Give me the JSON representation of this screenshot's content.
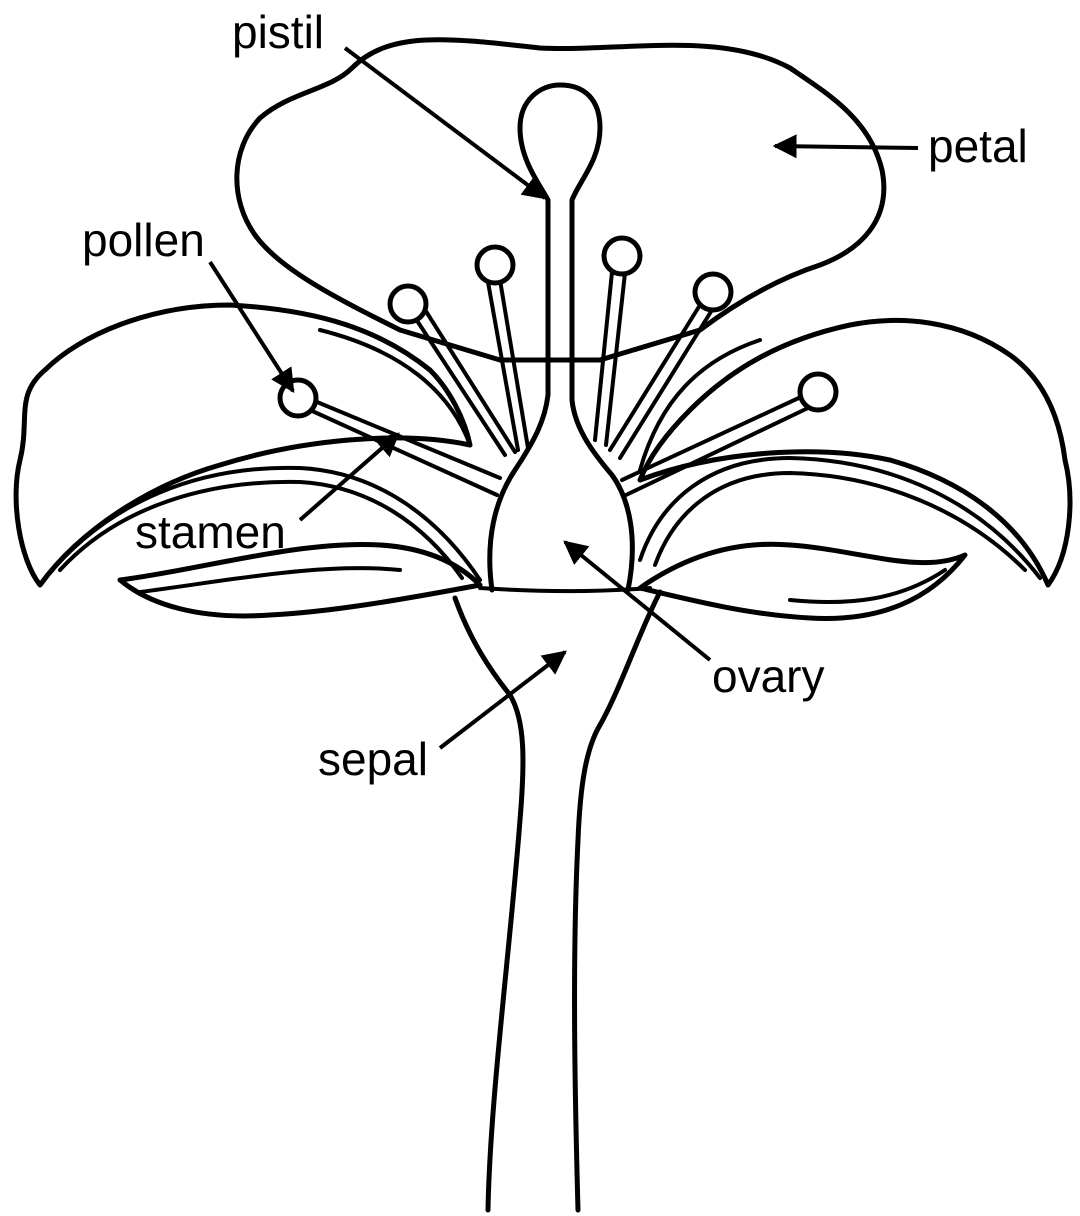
{
  "diagram": {
    "labels": {
      "pistil": "pistil",
      "petal": "petal",
      "pollen": "pollen",
      "stamen": "stamen",
      "ovary": "ovary",
      "sepal": "sepal"
    },
    "colors": {
      "ink": "#000000",
      "background": "#ffffff"
    }
  }
}
